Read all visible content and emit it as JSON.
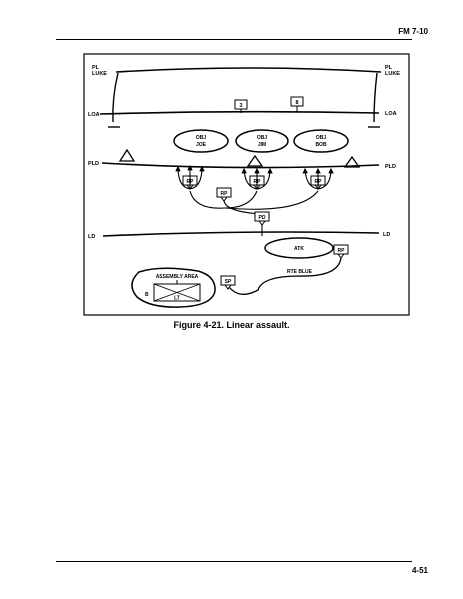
{
  "header": {
    "code": "FM 7-10"
  },
  "footer": {
    "page": "4-51"
  },
  "figure": {
    "caption": "Figure 4-21.  Linear assault."
  },
  "diagram": {
    "pl_luke_left": [
      "PL",
      "LUKE"
    ],
    "pl_luke_right": [
      "PL",
      "LUKE"
    ],
    "loa_left": "LOA",
    "loa_right": "LOA",
    "pld_left": "PLD",
    "pld_right": "PLD",
    "ld_left": "LD",
    "ld_right": "LD",
    "objectives": [
      {
        "line1": "OBJ",
        "line2": "JOE"
      },
      {
        "line1": "OBJ",
        "line2": "JIM"
      },
      {
        "line1": "OBJ",
        "line2": "BOB"
      }
    ],
    "unit_boxes": [
      "3",
      "8"
    ],
    "rp_label": "RP",
    "pd_label": "PD",
    "sp_label": "SP",
    "atk_label": "ATK",
    "route_label": "RTE BLUE",
    "assembly_area": {
      "title": "ASSEMBLY AREA",
      "unit_letter": "B",
      "unit_type": "LT"
    }
  }
}
